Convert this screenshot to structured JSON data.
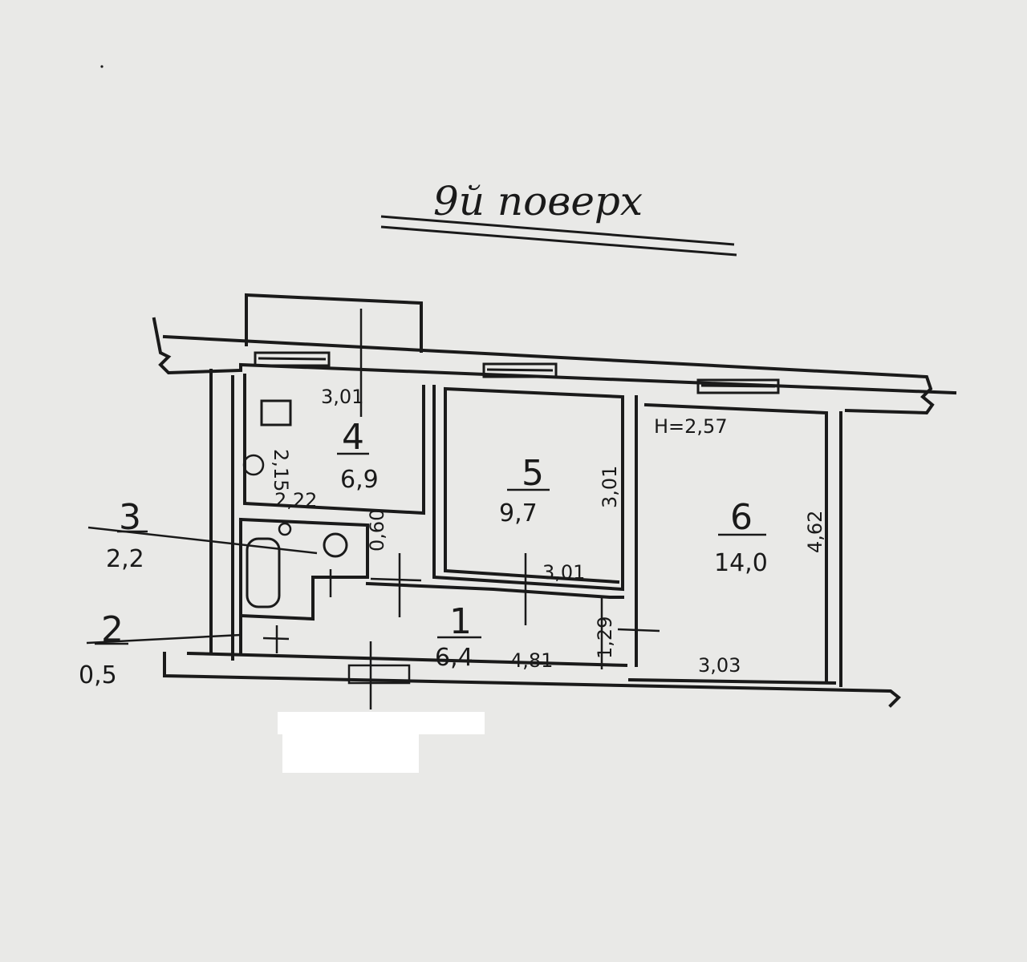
{
  "title": "9й поверх",
  "ceiling_height": "H=2,57",
  "rooms": [
    {
      "number": "1",
      "area": "6,4"
    },
    {
      "number": "2",
      "area": "0,5"
    },
    {
      "number": "3",
      "area": "2,2"
    },
    {
      "number": "4",
      "area": "6,9"
    },
    {
      "number": "5",
      "area": "9,7"
    },
    {
      "number": "6",
      "area": "14,0"
    }
  ],
  "dimensions": {
    "kitchen_width": "3,01",
    "kitchen_depth": "2,15",
    "kitchen_bottom": "2,22",
    "bath_gap": "0,60",
    "room5_height": "3,01",
    "room5_width": "3,01",
    "room6_height": "4,62",
    "room6_width": "3,03",
    "corridor_length": "4,81",
    "corridor_width": "1,29"
  },
  "colors": {
    "ink": "#1a1a1a",
    "paper": "#e9e9e7",
    "redaction": "#ffffff"
  }
}
